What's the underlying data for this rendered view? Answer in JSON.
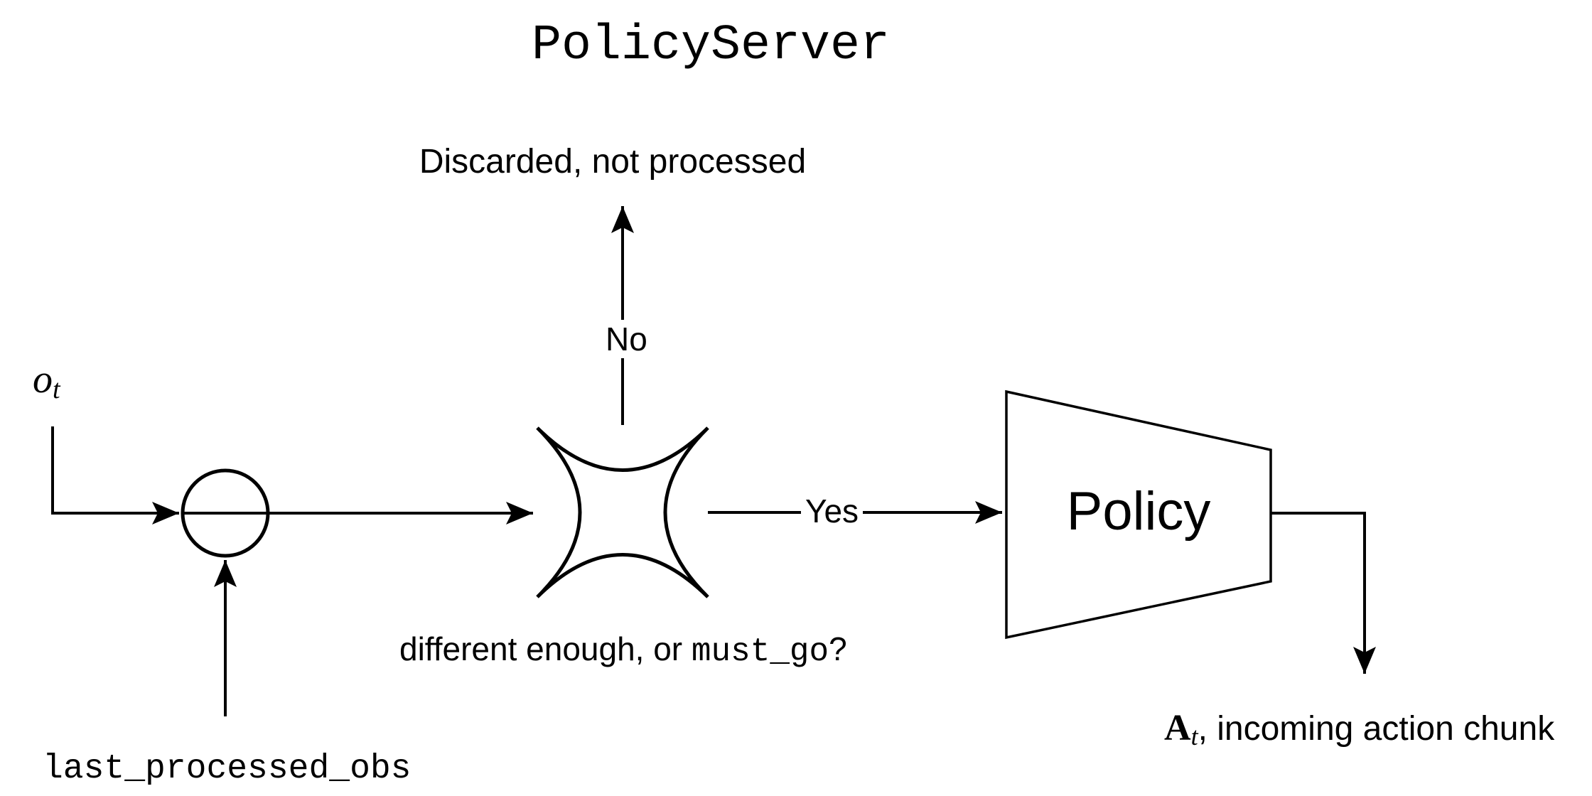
{
  "page": {
    "background": "#ffffff",
    "ink": "#000000"
  },
  "header": {
    "title": "PolicyServer"
  },
  "nodes": {
    "observation": {
      "symbol": "o",
      "subscript": "t"
    },
    "decision": {
      "question_prefix": "different enough, or ",
      "question_code": "must_go",
      "question_suffix": "?"
    },
    "policy": {
      "label": "Policy"
    },
    "memory": {
      "label": "last_processed_obs"
    },
    "action_chunk": {
      "symbol": "A",
      "subscript": "t",
      "suffix": ", incoming action chunk"
    }
  },
  "edges": {
    "no_label": "No",
    "yes_label": "Yes",
    "discarded_label": "Discarded, not processed"
  }
}
